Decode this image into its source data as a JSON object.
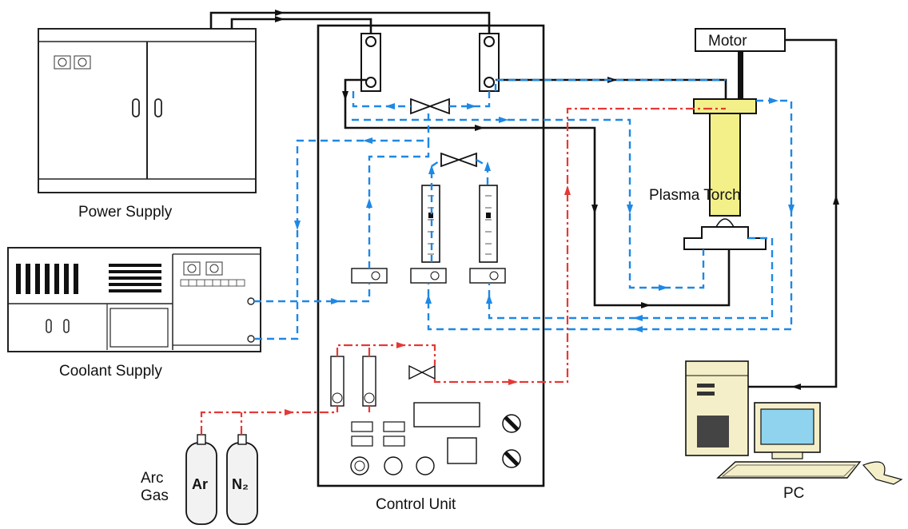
{
  "labels": {
    "power_supply": "Power Supply",
    "coolant_supply": "Coolant Supply",
    "control_unit": "Control Unit",
    "motor": "Motor",
    "plasma_torch": "Plasma Torch",
    "pc": "PC",
    "arc_gas_line1": "Arc",
    "arc_gas_line2": "Gas",
    "cylinder_ar": "Ar",
    "cylinder_n2": "N₂"
  },
  "colors": {
    "power_line": "#111111",
    "coolant_line": "#1e88e5",
    "gas_line": "#e53935",
    "torch": "#f3f08a",
    "monitor_screen": "#8fd3ee",
    "cylinder": "#f2f2f2",
    "pc_case": "#f4efc8"
  },
  "line_styles": {
    "power": "solid",
    "coolant": "dashed",
    "gas": "dash-dot"
  }
}
